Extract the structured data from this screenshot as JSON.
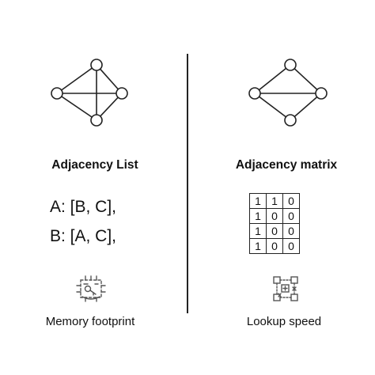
{
  "left_panel": {
    "heading": "Adjacency List",
    "list_lines": [
      "A: [B, C],",
      "B: [A, C],"
    ],
    "caption": "Memory footprint",
    "icon": "memory-chip-icon"
  },
  "right_panel": {
    "heading": "Adjacency matrix",
    "matrix": [
      [
        "1",
        "1",
        "0"
      ],
      [
        "1",
        "0",
        "0"
      ],
      [
        "1",
        "0",
        "0"
      ],
      [
        "1",
        "0",
        "0"
      ]
    ],
    "caption": "Lookup speed",
    "icon": "lookup-network-icon"
  }
}
